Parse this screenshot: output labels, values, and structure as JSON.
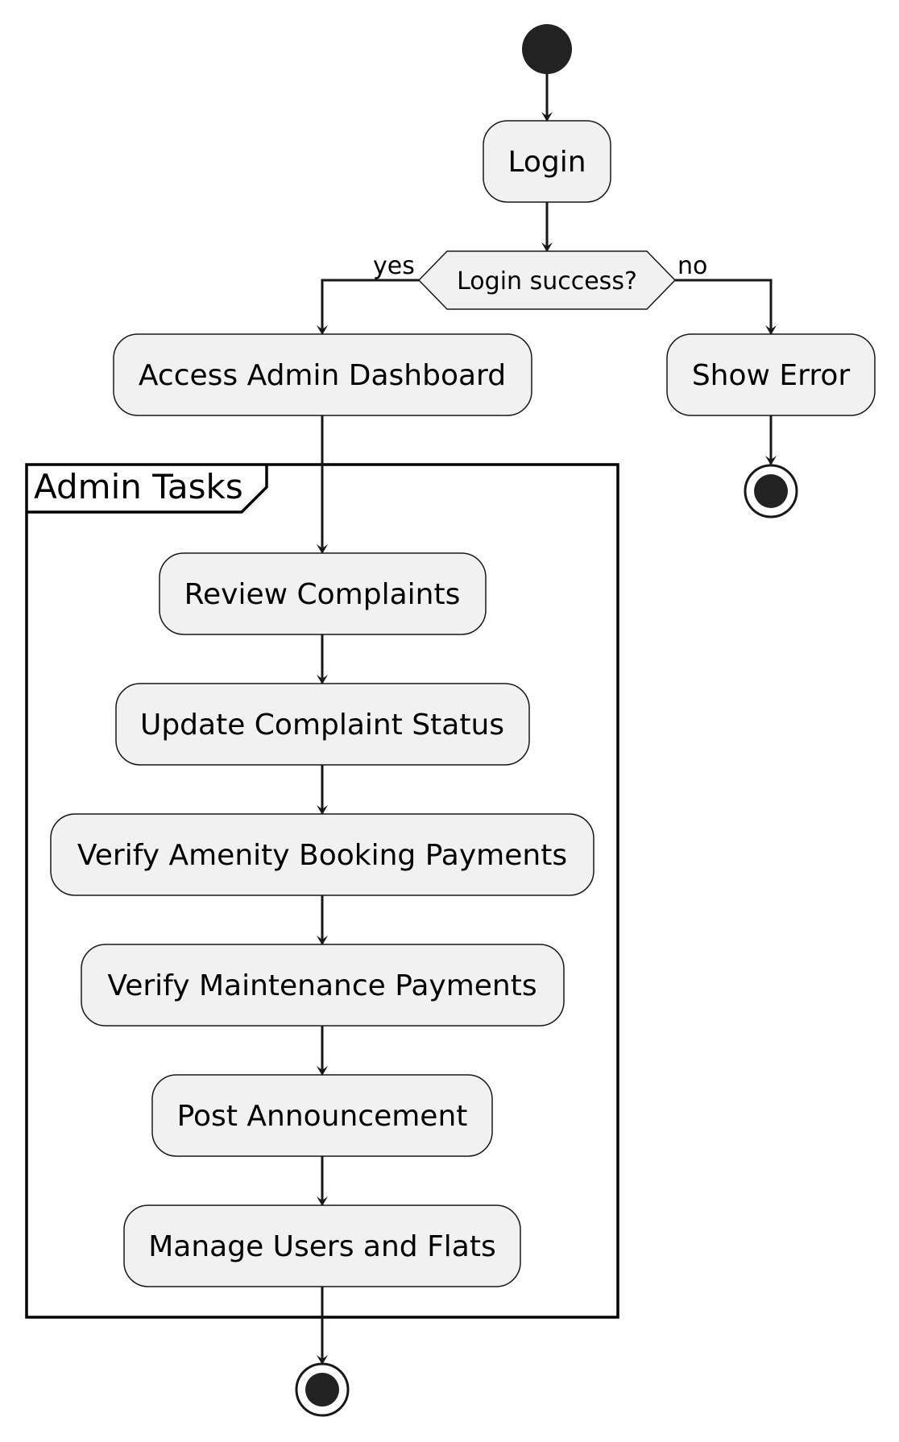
{
  "diagram": {
    "start": "start-node",
    "activities": {
      "login": "Login",
      "access_dashboard": "Access Admin Dashboard",
      "show_error": "Show Error",
      "review_complaints": "Review Complaints",
      "update_status": "Update Complaint Status",
      "verify_amenity": "Verify Amenity Booking Payments",
      "verify_maintenance": "Verify Maintenance Payments",
      "post_announcement": "Post Announcement",
      "manage_users": "Manage Users and Flats"
    },
    "decision": {
      "label": "Login success?",
      "yes": "yes",
      "no": "no"
    },
    "group": {
      "title": "Admin Tasks"
    }
  },
  "colors": {
    "activity_fill": "#f1f1f1",
    "stroke": "#181818",
    "node_fill": "#222222"
  }
}
